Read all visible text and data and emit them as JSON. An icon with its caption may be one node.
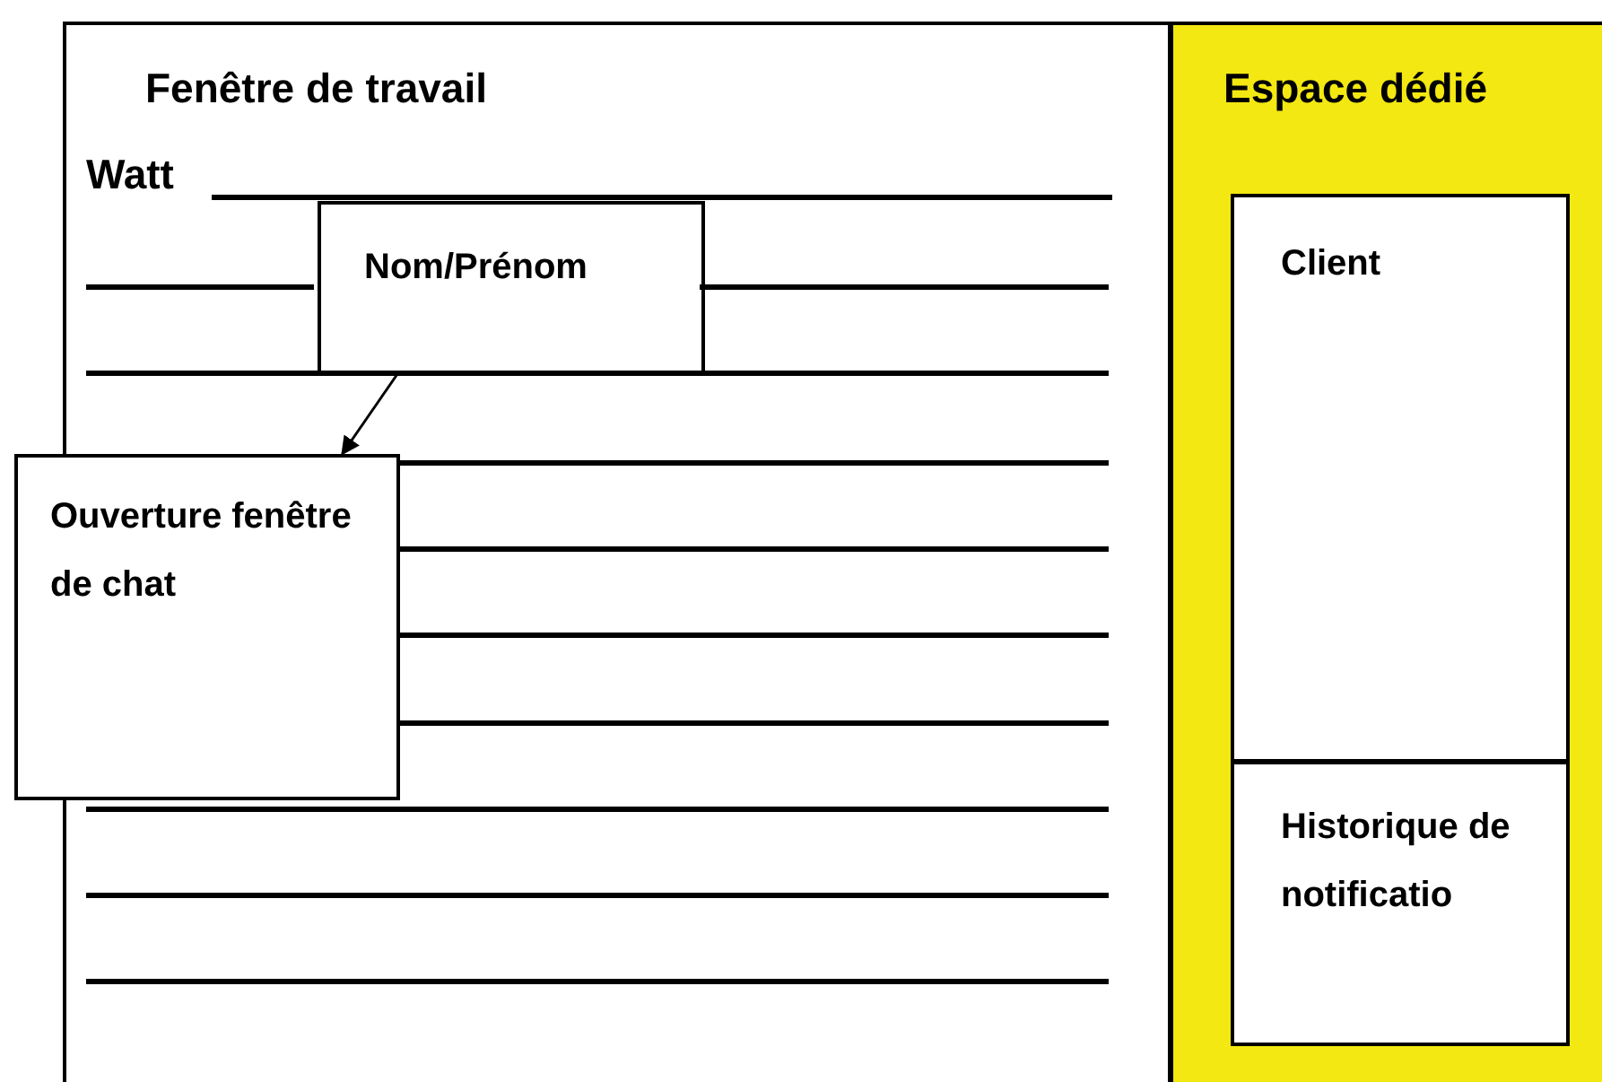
{
  "diagram": {
    "nodes": [
      {
        "text": [
          "Fenêtre de travail"
        ]
      },
      {
        "text": [
          "Espace dédié"
        ]
      },
      {
        "text": [
          "Client"
        ],
        "in": 1
      },
      {
        "text": [
          "Historique de notificatio"
        ],
        "in": 1
      },
      {
        "text": [
          "Nom/Prénom"
        ],
        "in": 0
      },
      {
        "text": [
          "Ouverture fenêtre de chat"
        ]
      }
    ],
    "edges": [
      {
        "from": 4,
        "to": 5,
        "arrow": "to"
      }
    ],
    "labels": [
      "Watt"
    ]
  }
}
